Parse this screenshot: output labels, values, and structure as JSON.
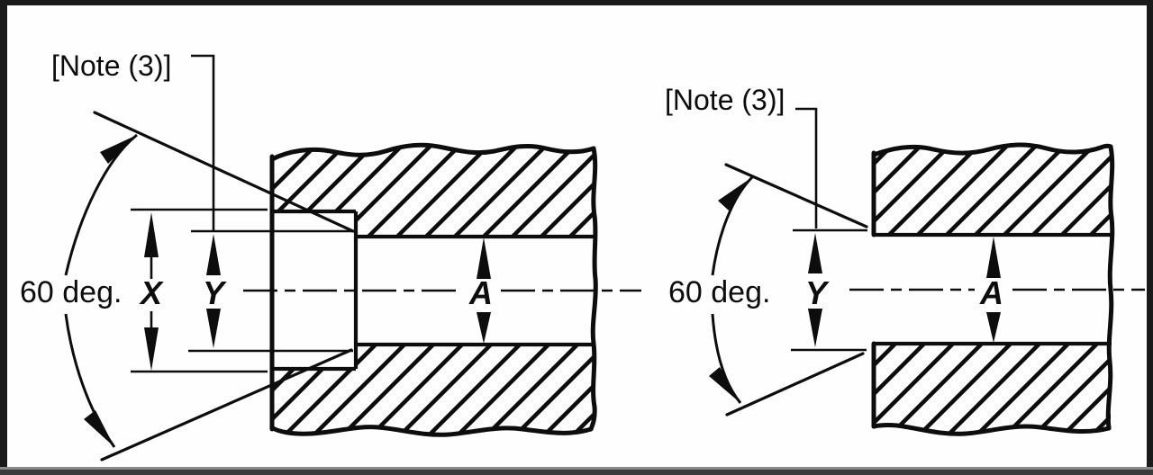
{
  "figure": {
    "type": "technical-drawing",
    "description": "Cross-section views of 60 degree flared connections: left view with counterbore (dimensions X, Y, A), right view plain flare (dimensions Y, A)",
    "background": "#fefefe",
    "ink": "#0d0d0d",
    "border_color": "#1a1a1a",
    "angle_value": "60 deg."
  },
  "left_view": {
    "name": "flare-with-counterbore-section",
    "note_label": "[Note (3)]",
    "angle_label": "60 deg.",
    "dim_x": "X",
    "dim_y": "Y",
    "dim_a": "A"
  },
  "right_view": {
    "name": "plain-flare-section",
    "note_label": "[Note (3)]",
    "angle_label": "60 deg.",
    "dim_y": "Y",
    "dim_a": "A"
  }
}
